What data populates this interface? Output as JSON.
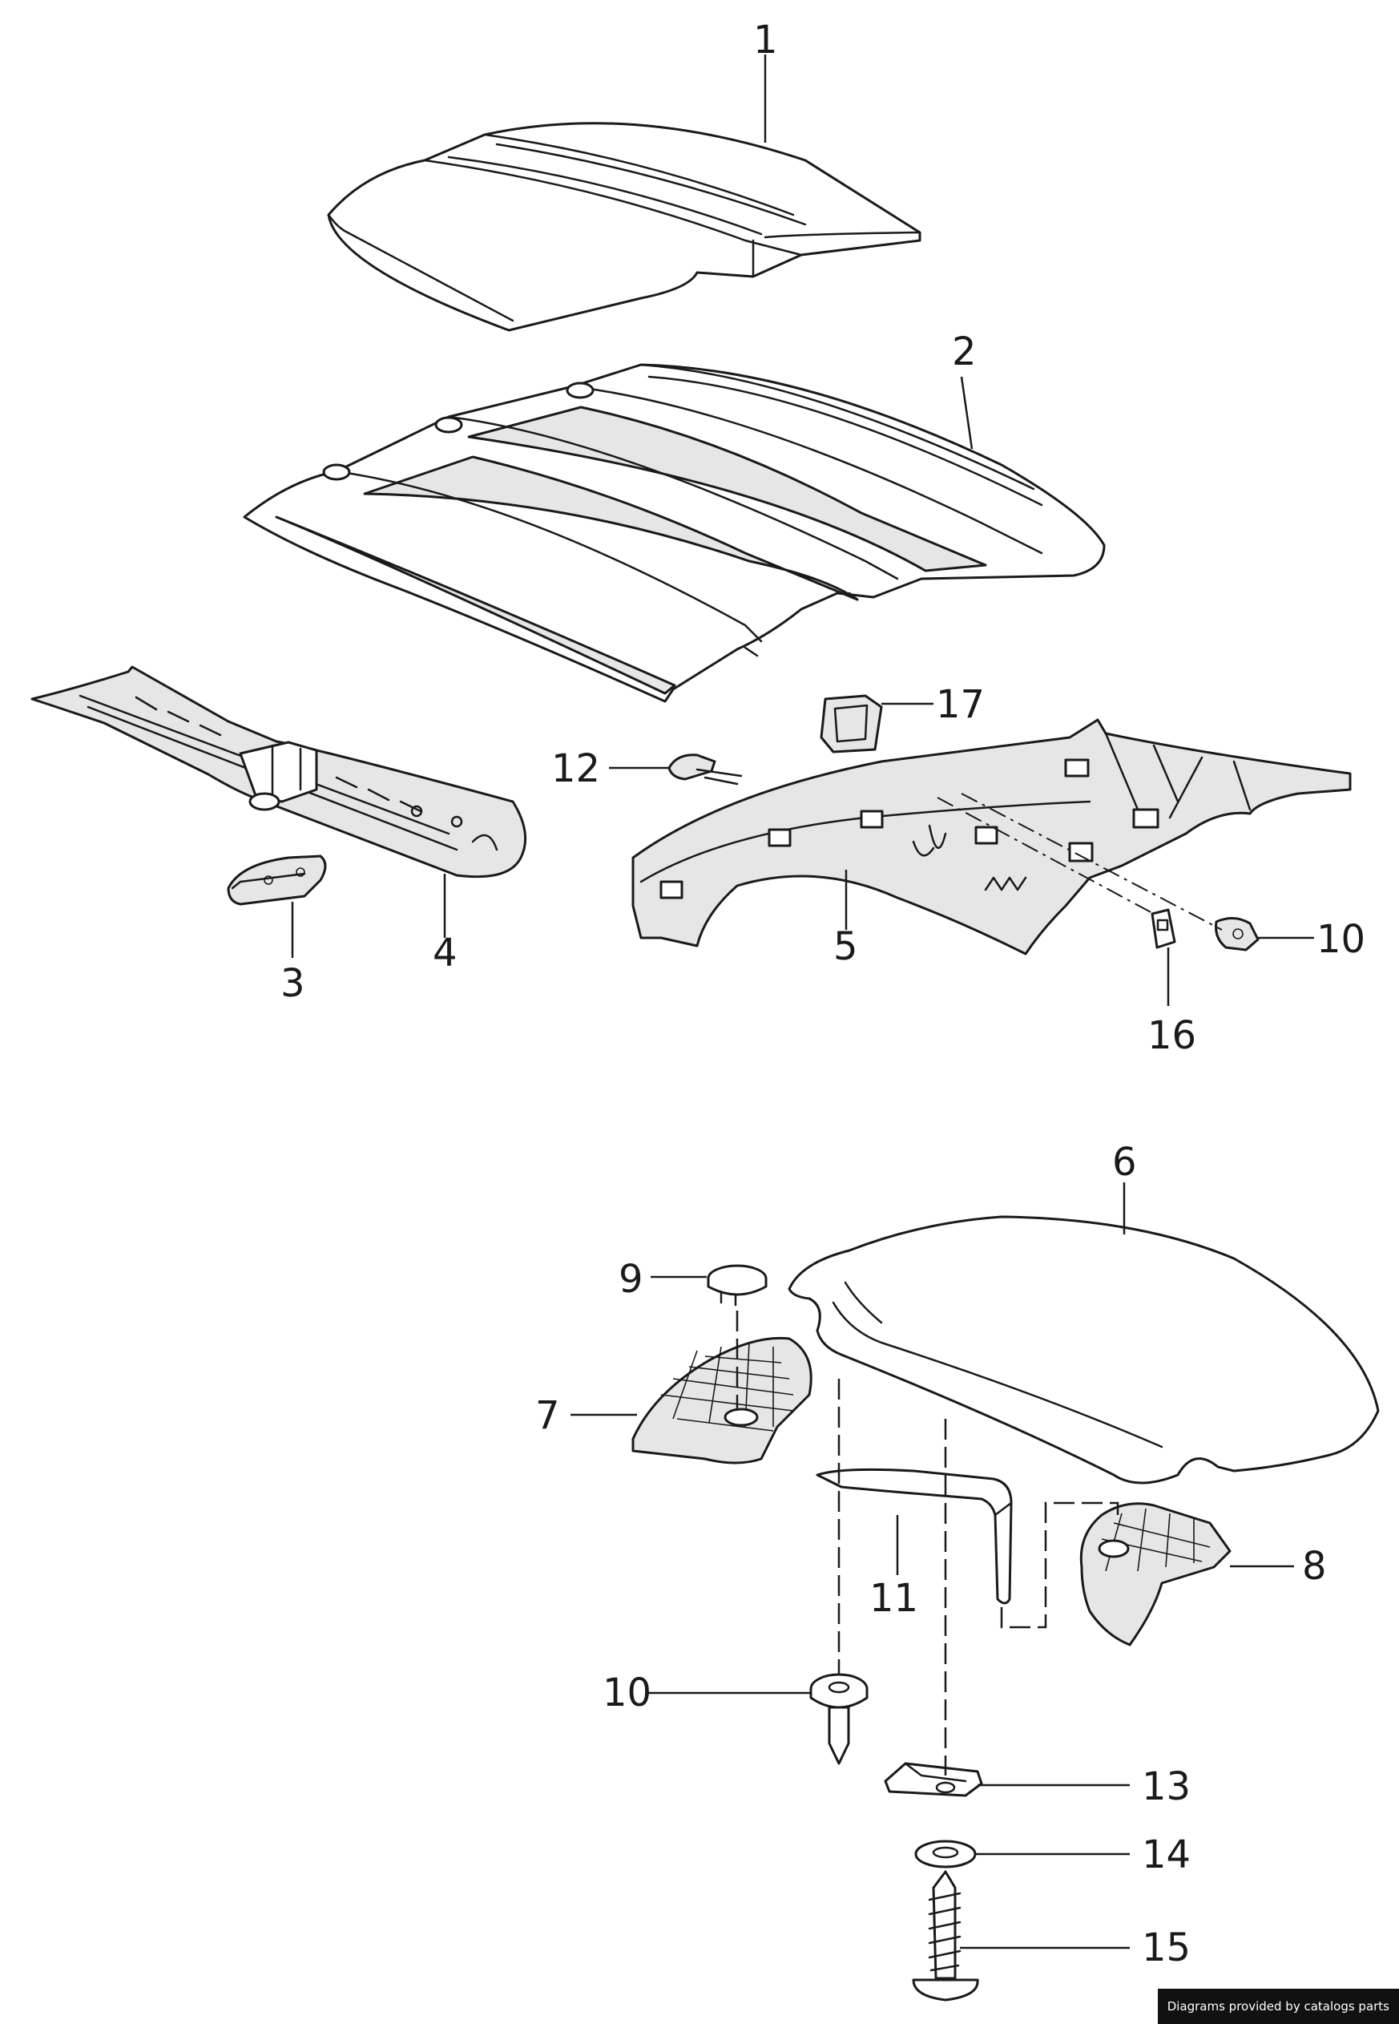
{
  "callouts": {
    "c1": "1",
    "c2": "2",
    "c3": "3",
    "c4": "4",
    "c5": "5",
    "c6": "6",
    "c7": "7",
    "c8": "8",
    "c9": "9",
    "c10a": "10",
    "c10b": "10",
    "c11": "11",
    "c12": "12",
    "c13": "13",
    "c14": "14",
    "c15": "15",
    "c16": "16",
    "c17": "17"
  },
  "footer": {
    "credit": "Diagrams provided by catalogs parts"
  }
}
